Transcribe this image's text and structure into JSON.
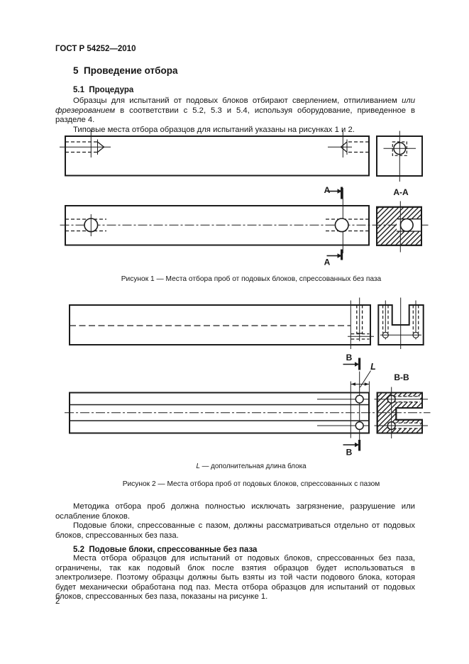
{
  "page_number": "2",
  "header": {
    "doc_code": "ГОСТ Р 54252—2010"
  },
  "content": {
    "section_title": "5  Проведение отбора",
    "sub_5_1_title": "5.1  Процедура",
    "para_1_start": "Образцы для испытаний от подовых блоков отбирают сверлением, отпиливанием ",
    "para_1_italic": "или фрезерова­нием",
    "para_1_end": " в соответствии с 5.2, 5.3 и 5.4, используя оборудование, приведенное в разделе 4.",
    "para_2": "Типовые места отбора образцов для испытаний указаны на рисунках 1 и 2.",
    "para_3": "Методика отбора проб должна полностью исключать загрязнение, разрушение или ослабление блоков.",
    "para_4": "Подовые блоки, спрессованные с пазом, должны рассматриваться отдельно от подовых блоков, спрессованных без паза.",
    "sub_5_2_title": "5.2  Подовые блоки, спрессованные без паза",
    "para_5": "Места отбора образцов для испытаний от подовых блоков, спрессованных без паза, ограничены, так как подовый блок после взятия образцов будет использоваться в электролизере. Поэтому образцы должны быть взяты из той части подового блока, которая будет механически обработана под паз. Места отбора образцов для испытаний от подовых блоков, спрессованных без паза, показаны на рисунке 1."
  },
  "figure1": {
    "caption": "Рисунок 1 — Места отбора проб от подовых блоков, спрессованных без паза",
    "labels": {
      "section_arrow_top": "А",
      "section_arrow_bottom": "А",
      "section_view": "А-А"
    }
  },
  "figure2": {
    "caption": "Рисунок 2 — Места отбора проб от подовых блоков, спрессованных с пазом",
    "note_symbol": "L",
    "note_text": "— дополнительная длина блока",
    "labels": {
      "section_arrow_top": "В",
      "section_arrow_bottom": "В",
      "section_view": "В-В",
      "dim": "L"
    }
  }
}
